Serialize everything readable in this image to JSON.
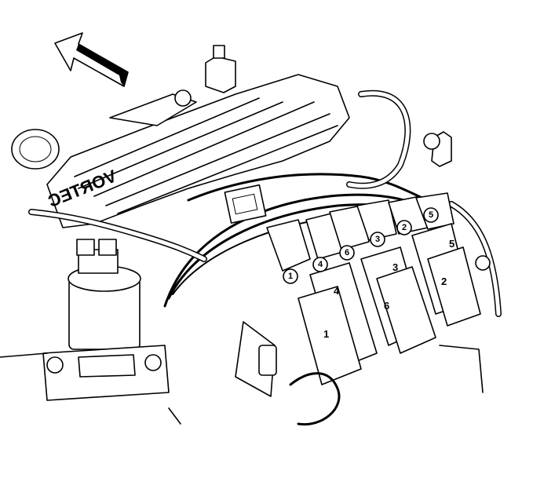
{
  "diagram": {
    "manifold_text": "VORTEC",
    "cylinder_circles": [
      "1",
      "4",
      "6",
      "3",
      "2",
      "5"
    ],
    "coil_labels": [
      "4",
      "1",
      "3",
      "6",
      "5",
      "2"
    ]
  }
}
